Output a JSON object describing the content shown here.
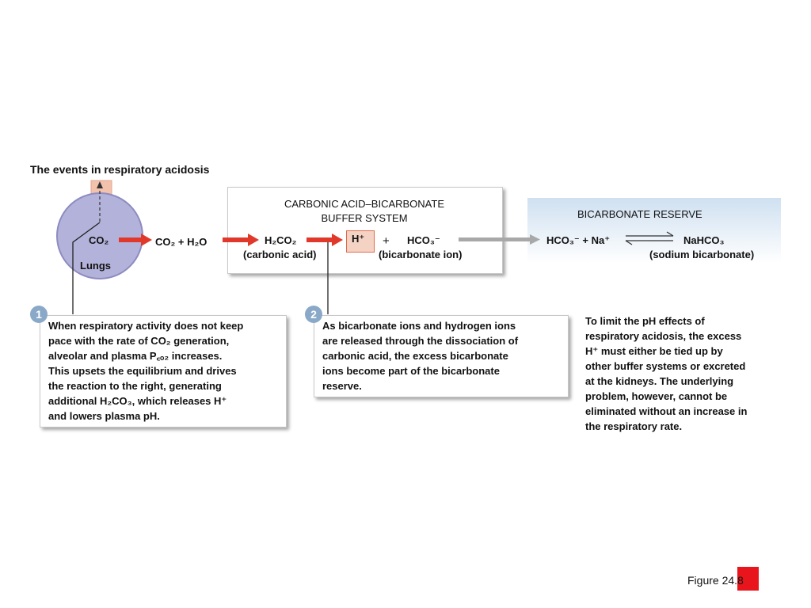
{
  "title": "The events in respiratory acidosis",
  "lungs": {
    "co2": "CO₂",
    "label": "Lungs"
  },
  "equation": {
    "co2_h2o": "CO₂ + H₂O",
    "h2co3": "H₂CO₂",
    "carbonic_acid": "(carbonic acid)",
    "h_plus": "H⁺",
    "plus": "+",
    "hco3": "HCO₃⁻",
    "bicarbonate_ion": "(bicarbonate ion)"
  },
  "buffer_system": {
    "heading": "CARBONIC ACID–BICARBONATE\nBUFFER SYSTEM"
  },
  "reserve": {
    "heading": "BICARBONATE RESERVE",
    "left": "HCO₃⁻ + Na⁺",
    "right": "NaHCO₃",
    "right_label": "(sodium bicarbonate)"
  },
  "steps": [
    {
      "number": "1",
      "text": "When respiratory activity does not keep\npace with the rate of CO₂ generation,\nalveolar and plasma P꜀ₒ₂ increases.\nThis upsets the equilibrium and drives\nthe reaction to the right, generating\nadditional H₂CO₃, which releases H⁺\nand lowers plasma pH."
    },
    {
      "number": "2",
      "text": "As bicarbonate ions and hydrogen ions\nare released through the dissociation of\ncarbonic acid, the excess bicarbonate\nions become part of the bicarbonate\nreserve."
    }
  ],
  "side_note": "To limit the pH effects of\nrespiratory acidosis, the excess\nH⁺ must either be tied up by\nother buffer systems or excreted\nat the kidneys. The underlying\nproblem, however, cannot be\neliminated without an increase in\nthe respiratory rate.",
  "figure_label": "Figure 24.8",
  "colors": {
    "arrow_red": "#e0392b",
    "arrow_gray": "#a8a8a8",
    "lung": "#b3b2da",
    "reserve_bg": "#cfe0f1",
    "step_badge": "#8aa9c8"
  }
}
